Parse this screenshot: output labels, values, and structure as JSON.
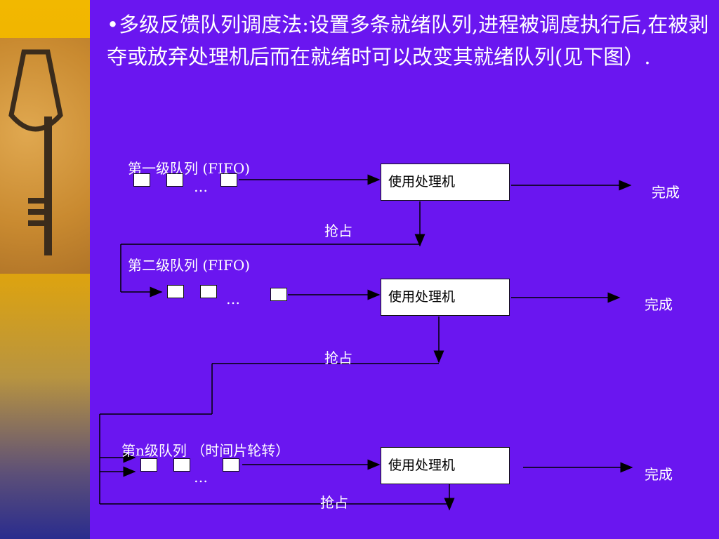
{
  "slide": {
    "bullet_text": "•多级反馈队列调度法:设置多条就绪队列,进程被调度执行后,在被剥夺或放弃处理机后而在就绪时可以改变其就绪队列(见下图）."
  },
  "diagram": {
    "levels": [
      {
        "queue_label": "第一级队列 (FIFO)",
        "ellipsis": "…",
        "processor": "使用处理机",
        "done": "完成",
        "preempt": "抢占"
      },
      {
        "queue_label": "第二级队列 (FIFO)",
        "ellipsis": "…",
        "processor": "使用处理机",
        "done": "完成",
        "preempt": "抢占"
      },
      {
        "queue_label": "第n级队列 （时间片轮转）",
        "ellipsis": "…",
        "processor": "使用处理机",
        "done": "完成",
        "preempt": "抢占"
      }
    ]
  },
  "colors": {
    "slide_bg": "#6a16f0",
    "sidebar_top": "#f2b800",
    "sidebar_bottom": "#2a2c8e"
  }
}
